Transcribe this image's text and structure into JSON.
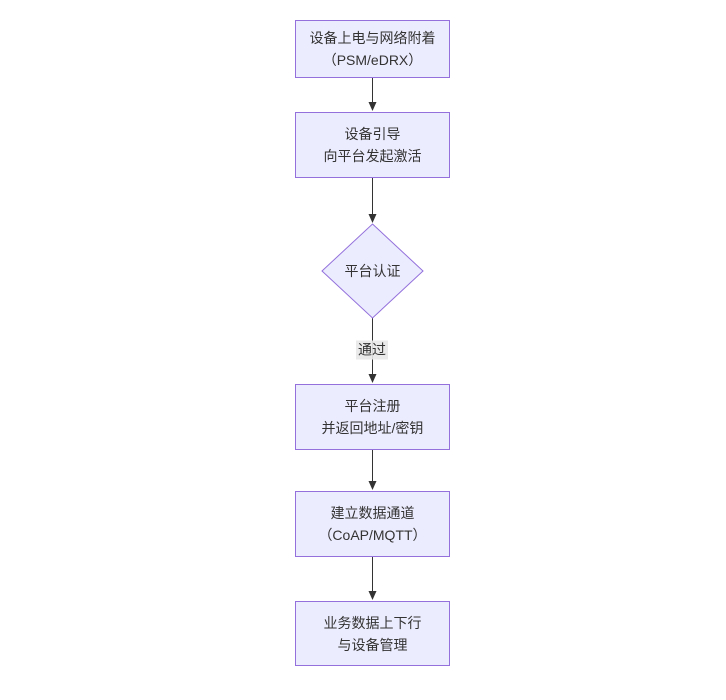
{
  "diagram": {
    "type": "flowchart",
    "direction": "top-down",
    "nodes": [
      {
        "id": "power-attach",
        "shape": "rect",
        "lines": [
          "设备上电与网络附着",
          "（PSM/eDRX）"
        ]
      },
      {
        "id": "bootstrap",
        "shape": "rect",
        "lines": [
          "设备引导",
          "向平台发起激活"
        ]
      },
      {
        "id": "auth-decision",
        "shape": "diamond",
        "lines": [
          "平台认证"
        ]
      },
      {
        "id": "register",
        "shape": "rect",
        "lines": [
          "平台注册",
          "并返回地址/密钥"
        ]
      },
      {
        "id": "data-channel",
        "shape": "rect",
        "lines": [
          "建立数据通道",
          "（CoAP/MQTT）"
        ]
      },
      {
        "id": "business",
        "shape": "rect",
        "lines": [
          "业务数据上下行",
          "与设备管理"
        ]
      }
    ],
    "edges": [
      {
        "from": "power-attach",
        "to": "bootstrap",
        "label": ""
      },
      {
        "from": "bootstrap",
        "to": "auth-decision",
        "label": ""
      },
      {
        "from": "auth-decision",
        "to": "register",
        "label": "通过"
      },
      {
        "from": "register",
        "to": "data-channel",
        "label": ""
      },
      {
        "from": "data-channel",
        "to": "business",
        "label": ""
      }
    ],
    "colors": {
      "background": "#ffffff",
      "node_fill": "#ECECFF",
      "node_border": "#9370DB",
      "edge_line": "#333333",
      "text": "#333333",
      "edge_label_bg": "#e8e8e8"
    }
  }
}
